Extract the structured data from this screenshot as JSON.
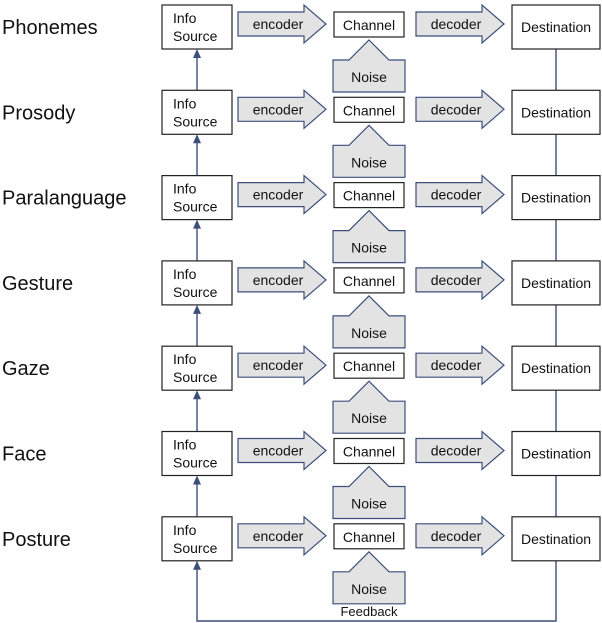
{
  "levels": [
    {
      "label": "Phonemes"
    },
    {
      "label": "Prosody"
    },
    {
      "label": "Paralanguage"
    },
    {
      "label": "Gesture"
    },
    {
      "label": "Gaze"
    },
    {
      "label": "Face"
    },
    {
      "label": "Posture"
    }
  ],
  "labels": {
    "source_line1": "Info",
    "source_line2": "Source",
    "encoder": "encoder",
    "channel": "Channel",
    "noise": "Noise",
    "decoder": "decoder",
    "destination": "Destination",
    "feedback": "Feedback"
  },
  "colors": {
    "arrow_fill": "#e3e3e3",
    "line": "#3c4f7a",
    "box_border": "#222222"
  }
}
